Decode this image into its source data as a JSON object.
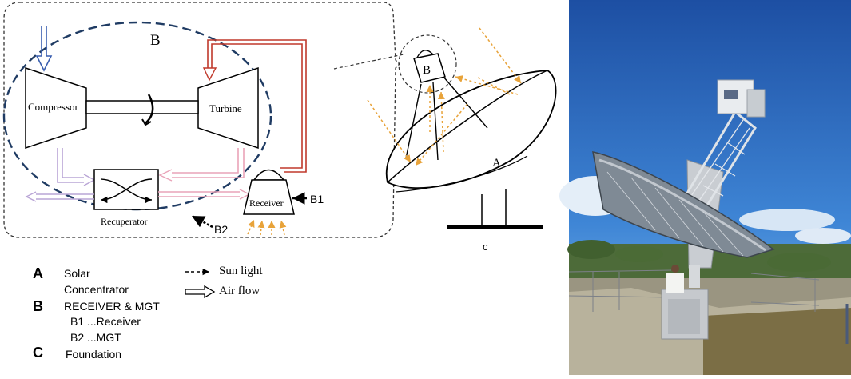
{
  "schematic": {
    "region_label": "B",
    "compressor": "Compressor",
    "turbine": "Turbine",
    "recuperator": "Recuperator",
    "receiver": "Receiver",
    "callout_b1": "B1",
    "callout_b2": "B2"
  },
  "dish": {
    "receiver_label": "B",
    "concentrator_label": "A",
    "foundation_label": "c"
  },
  "legend": {
    "items": [
      {
        "letter": "A",
        "text": "Solar",
        "text2": "Concentrator"
      },
      {
        "letter": "B",
        "text": "RECEIVER & MGT",
        "sub1": "B1 ...Receiver",
        "sub2": "B2 ...MGT"
      },
      {
        "letter": "C",
        "text": "Foundation"
      }
    ],
    "sun_light": "Sun light",
    "air_flow": "Air flow"
  },
  "colors": {
    "red": "#c0392b",
    "pink": "#e9a3b8",
    "lilac": "#b9a5d6",
    "blue_dash": "#1f3b63",
    "orange": "#e8a33a",
    "sky": "#2a6fc2"
  }
}
